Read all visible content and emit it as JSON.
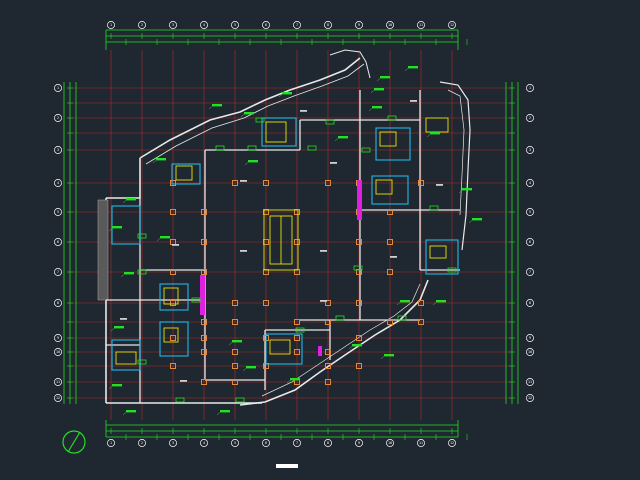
{
  "colors": {
    "background": "#1f2730",
    "grid": "#b02a2a",
    "dimension": "#22e022",
    "wall": "#e8e8e8",
    "column": "#e08a3a",
    "equipment": "#e6e600",
    "core": "#20b8e8",
    "accent": "#e020e0",
    "label": "#ffffff"
  },
  "icons": {
    "north_arrow": "north-arrow-icon",
    "scale_bar": "scale-bar-icon"
  },
  "column_axes_top": [
    1,
    2,
    3,
    4,
    5,
    6,
    7,
    8,
    9,
    10,
    11,
    12
  ],
  "column_axes_bottom": [
    1,
    2,
    3,
    4,
    5,
    6,
    7,
    8,
    9,
    10,
    11,
    12
  ],
  "row_axes_left": [
    1,
    2,
    3,
    4,
    5,
    6,
    7,
    8,
    9,
    10,
    11,
    12
  ],
  "row_axes_right": [
    1,
    2,
    3,
    4,
    5,
    6,
    7,
    8,
    9,
    10,
    11,
    12
  ]
}
